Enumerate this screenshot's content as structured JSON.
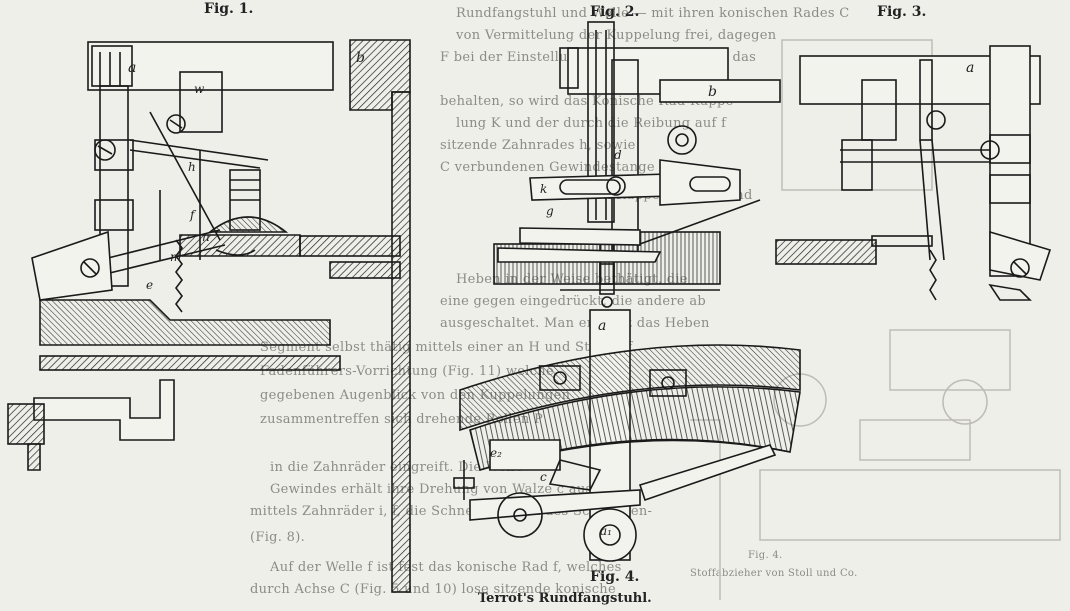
{
  "figures": {
    "fig1": "Fig. 1.",
    "fig2": "Fig. 2.",
    "fig3": "Fig. 3.",
    "fig4": "Fig. 4."
  },
  "caption": "Terrot's Rundfangstuhl.",
  "background_text": {
    "l1": "Rundfangstuhl und Welle — mit ihren konischen Rades C",
    "l2": "von Vermittelung der Kuppelung frei, dagegen",
    "l3": "F bei der Einstellung der Kegel der Walze das",
    "l4": "behalten, so wird das Konische Rad Kuppe-",
    "l5": "lung K und der durch die Reibung auf f",
    "l6": "sitzende Zahnrades h, sowie",
    "l7": "C verbundenen Gewindestange",
    "l8": "die beiden Kuppelungen D und",
    "l9": "Heben in der Weise bethätigt, die",
    "l10": "eine gegen eingedrückt, die andere ab",
    "l11": "ausgeschaltet. Man erkennt das Heben",
    "l12": "Segment selbst thätig mittels einer an H und Stange f",
    "l13": "Fadenführers-Vorrichtung (Fig. 11) welche",
    "l14": "gegebenen Augenblick von den Kuppelungen",
    "l15": "zusammentreffen sich drehende Rollen P",
    "l16": "in die Zahnräder eingreift. Die Welle",
    "l17": "Gewindes erhält ihre Drehung von Walze c aus",
    "l18": "mittels Zahnräder i, f, die Schnecke g und des Schnecken-",
    "l19": "(Fig. 8).",
    "l20": "Auf der Welle f ist fest das konische Rad f, welches",
    "l21": "durch Achse C (Fig. 5 und 10) lose sitzende konische",
    "fig_small": "Fig. 4.",
    "fig_small_sub": "Stoffabzieher von Stoll und Co."
  },
  "labels": {
    "a": "a",
    "b": "b",
    "w": "w",
    "h": "h",
    "f": "f",
    "n": "n",
    "m": "m",
    "e": "e",
    "d": "d",
    "k": "k",
    "g": "g",
    "c": "c",
    "e2": "e₂",
    "a1": "a₁"
  }
}
